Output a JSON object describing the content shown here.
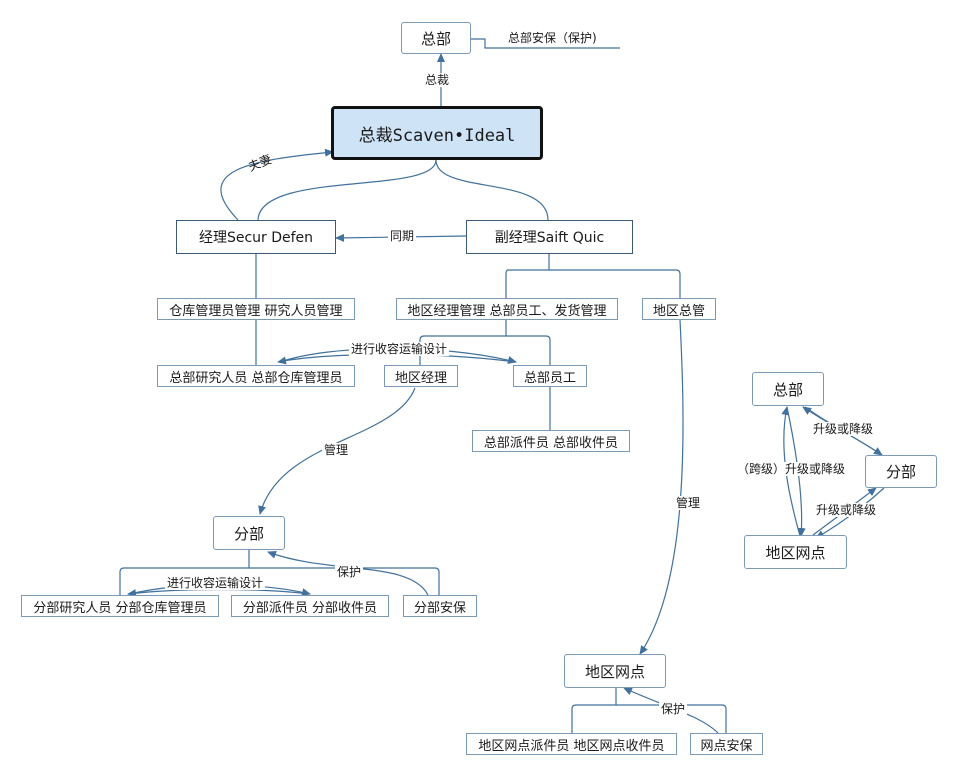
{
  "nodes": {
    "hq_top": "总部",
    "hq_security_note": "总部安保（保护)",
    "ceo": "总裁Scaven•Ideal",
    "manager": "经理Secur Defen",
    "deputy": "副经理Saift Quic",
    "warehouse_mgmt": "仓库管理员管理 研究人员管理",
    "regional_mgmt": "地区经理管理 总部员工、发货管理",
    "regional_chief": "地区总管",
    "hq_research": "总部研究人员 总部仓库管理员",
    "regional_manager": "地区经理",
    "hq_staff": "总部员工",
    "hq_dispatch": "总部派件员 总部收件员",
    "branch": "分部",
    "branch_research": "分部研究人员 分部仓库管理员",
    "branch_dispatch": "分部派件员 分部收件员",
    "branch_security": "分部安保",
    "outlet": "地区网点",
    "outlet_dispatch": "地区网点派件员 地区网点收件员",
    "outlet_security": "网点安保",
    "legend_hq": "总部",
    "legend_branch": "分部",
    "legend_outlet": "地区网点"
  },
  "edge_labels": {
    "ceo_to_hq": "总裁",
    "manager_to_ceo": "夫妻",
    "deputy_to_manager": "同期",
    "research_transport": "进行收容运输设计",
    "regional_to_branch": "管理",
    "branch_transport": "进行收容运输设计",
    "branch_protect": "保护",
    "chief_to_outlet": "管理",
    "outlet_protect": "保护",
    "legend_hq_branch": "升级或降级",
    "legend_outlet_hq": "（跨级）升级或降级",
    "legend_outlet_branch": "升级或降级"
  }
}
